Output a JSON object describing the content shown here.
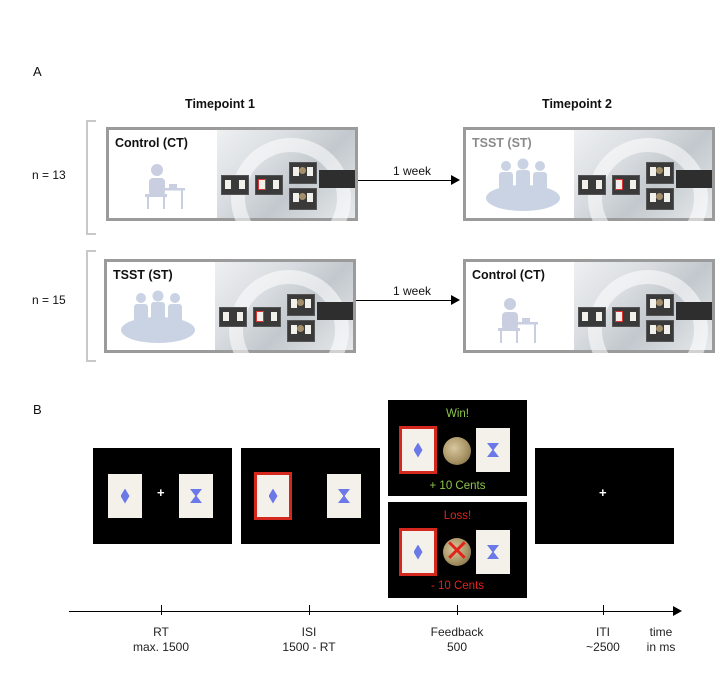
{
  "panel_a": {
    "letter": "A",
    "timepoint1_title": "Timepoint 1",
    "timepoint2_title": "Timepoint 2",
    "groups": [
      {
        "n_label": "n = 13",
        "timepoint1_label": "Control (CT)",
        "timepoint2_label": "TSST (ST)",
        "interval_label": "1 week"
      },
      {
        "n_label": "n = 15",
        "timepoint1_label": "TSST (ST)",
        "timepoint2_label": "Control (CT)",
        "interval_label": "1 week"
      }
    ]
  },
  "panel_b": {
    "letter": "B",
    "fixation": "+",
    "feedback_win_title": "Win!",
    "feedback_win_amount": "+ 10 Cents",
    "feedback_loss_title": "Loss!",
    "feedback_loss_amount": "- 10 Cents",
    "timeline": [
      {
        "name": "RT",
        "duration": "max. 1500"
      },
      {
        "name": "ISI",
        "duration": "1500 - RT"
      },
      {
        "name": "Feedback",
        "duration": "500"
      },
      {
        "name": "ITI",
        "duration": "~2500"
      }
    ],
    "axis_label_line1": "time",
    "axis_label_line2": "in ms"
  },
  "colors": {
    "win_green": "#8dc64a",
    "loss_red": "#e2231a",
    "selection_red": "#d4281f",
    "stimulus_blue": "#6b78e8",
    "session_border": "#9b9b9b",
    "bracket_grey": "#c8c8c8"
  },
  "icons": [
    "person-at-desk-icon",
    "panel-group-icon",
    "coin-icon",
    "cross-out-icon"
  ]
}
